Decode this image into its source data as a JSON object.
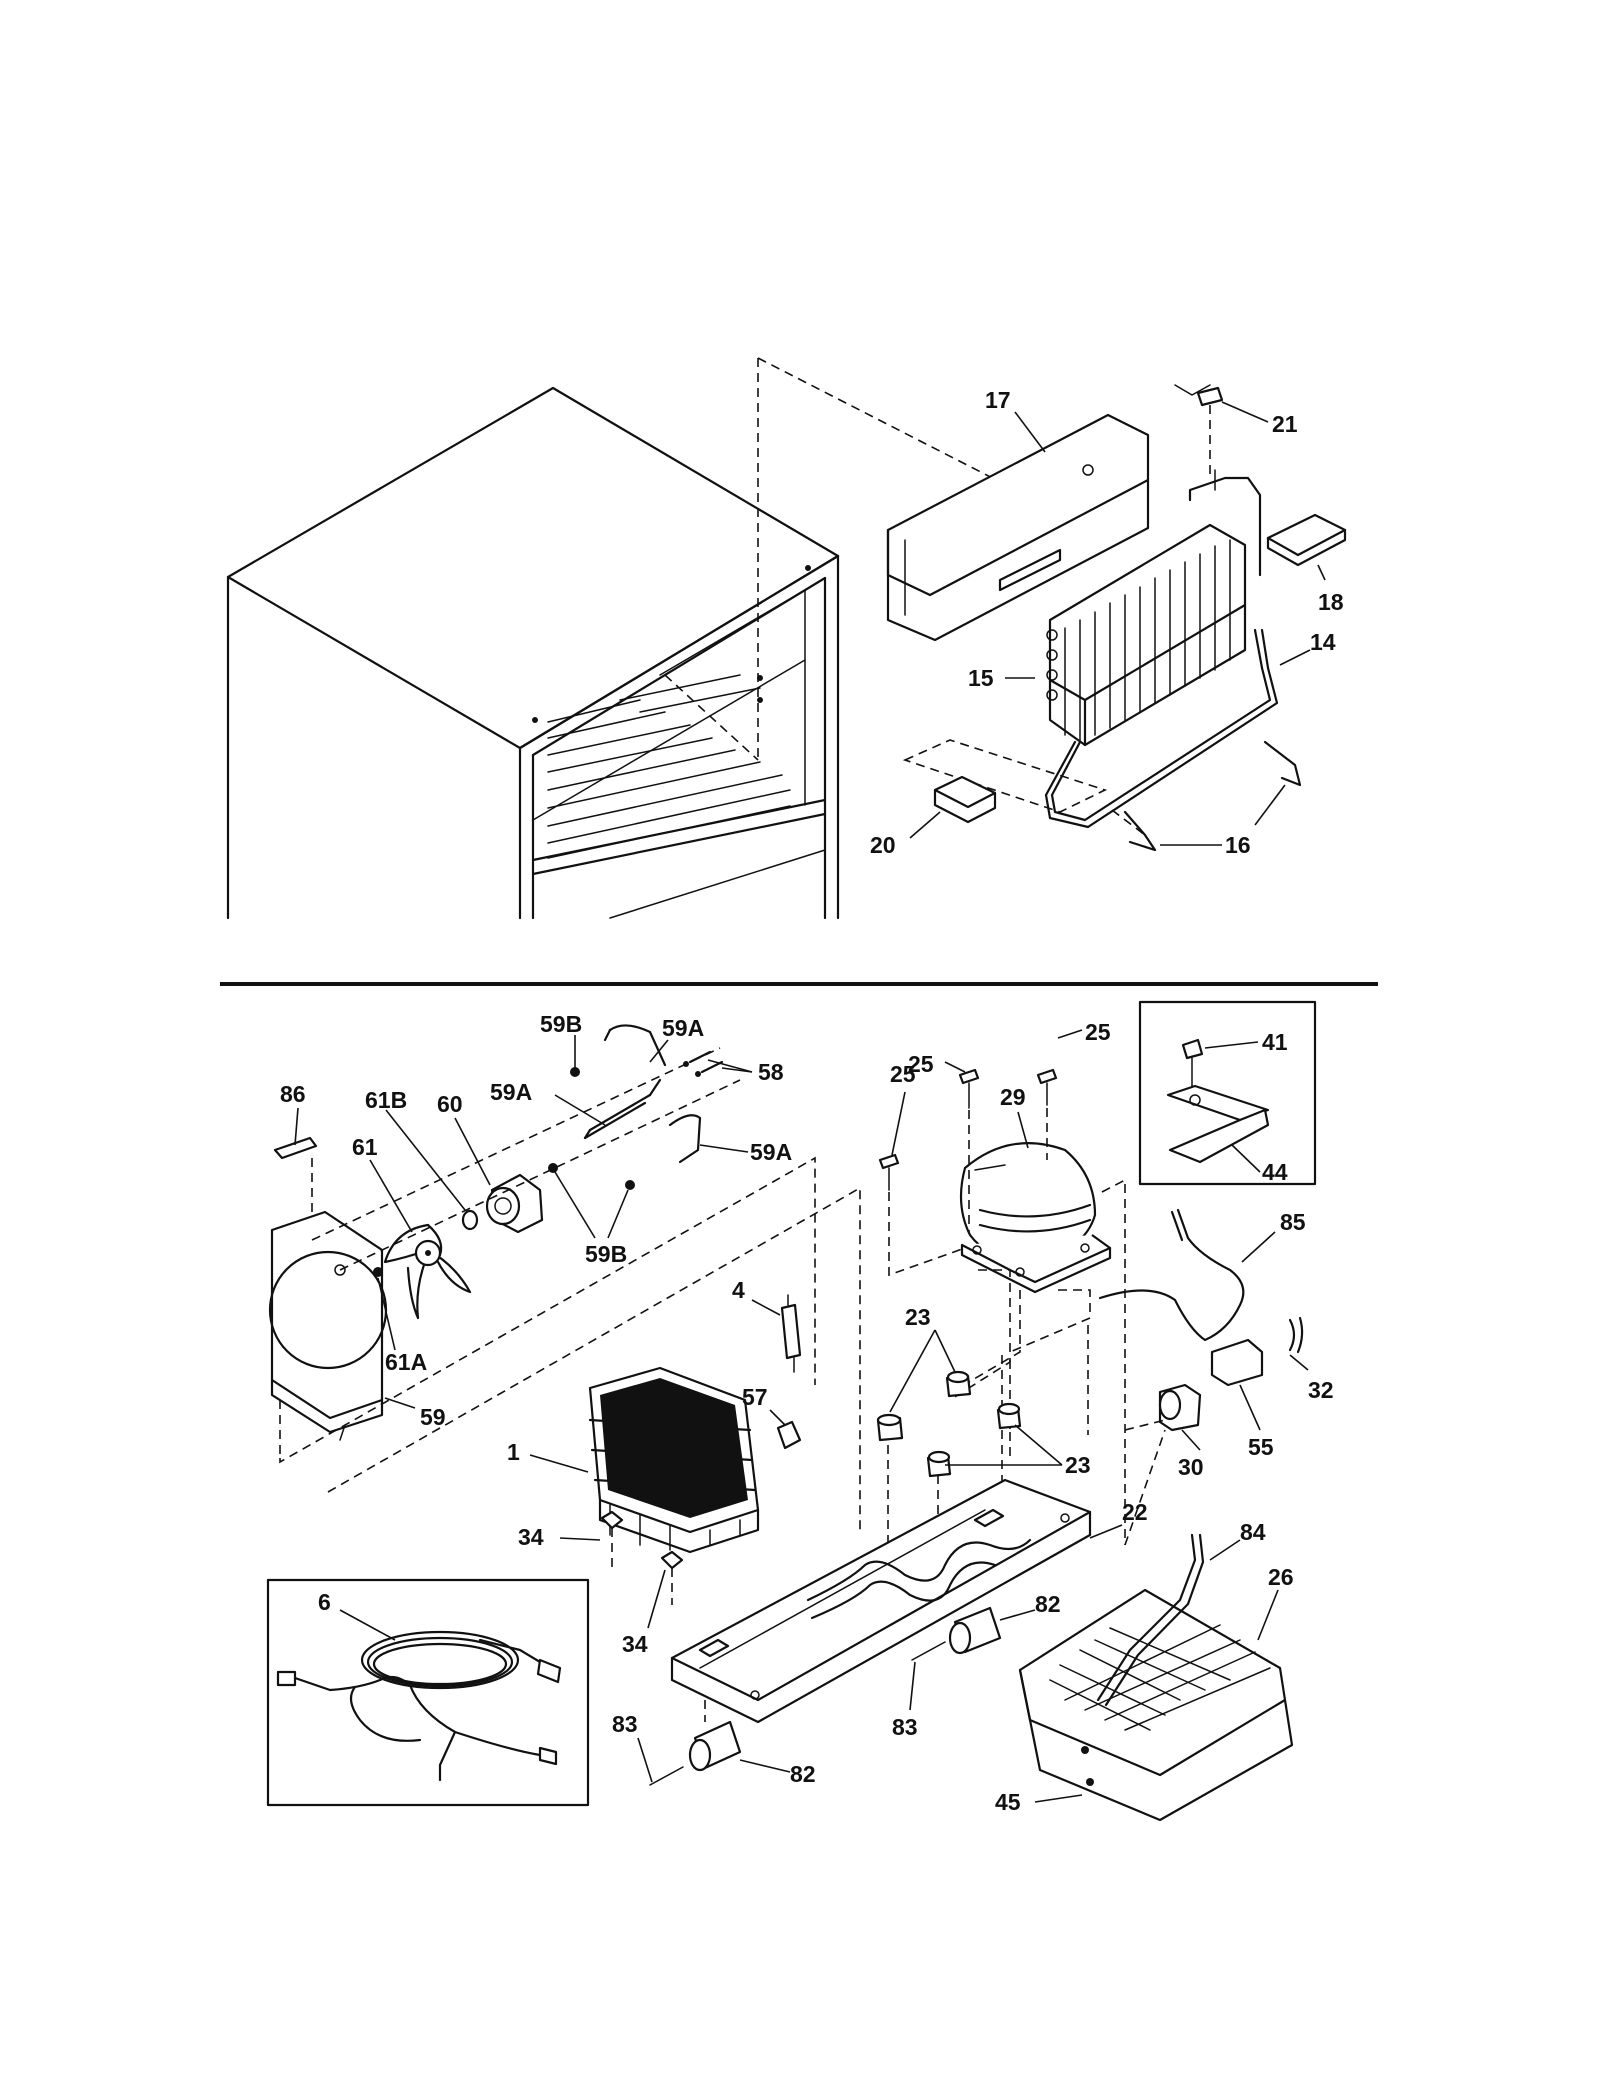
{
  "labels": {
    "p17": "17",
    "p21": "21",
    "p18": "18",
    "p14": "14",
    "p15": "15",
    "p16": "16",
    "p20": "20",
    "p59B_top": "59B",
    "p59A_top": "59A",
    "p58": "58",
    "p86": "86",
    "p61B": "61B",
    "p60": "60",
    "p59A_mid": "59A",
    "p59A_right": "59A",
    "p61": "61",
    "p59B_bot": "59B",
    "p61A": "61A",
    "p59": "59",
    "p25_left": "25",
    "p25_right": "25",
    "p25_low": "25",
    "p29": "29",
    "p41": "41",
    "p44": "44",
    "p85": "85",
    "p4": "4",
    "p23_top": "23",
    "p23_bot": "23",
    "p57": "57",
    "p1": "1",
    "p32": "32",
    "p55": "55",
    "p30": "30",
    "p22": "22",
    "p34_top": "34",
    "p34_bot": "34",
    "p6": "6",
    "p84": "84",
    "p26": "26",
    "p82_mid": "82",
    "p83_mid": "83",
    "p83_bot": "83",
    "p82_bot": "82",
    "p45": "45"
  }
}
